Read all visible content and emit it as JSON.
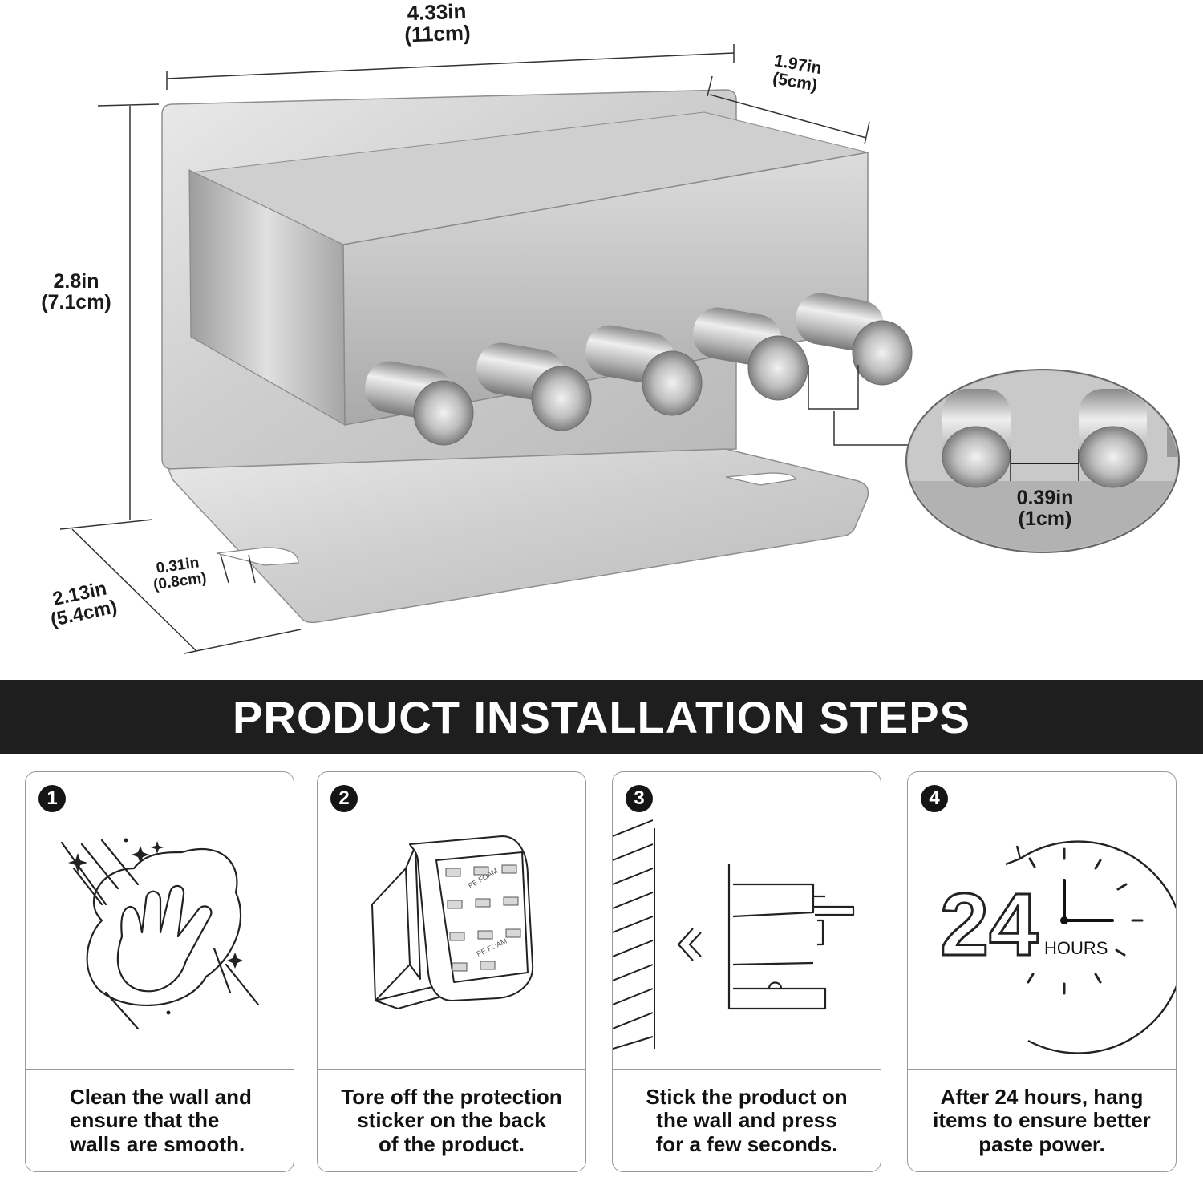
{
  "dimensions": {
    "width": {
      "in": "4.33in",
      "cm": "(11cm)"
    },
    "depth_top": {
      "in": "1.97in",
      "cm": "(5cm)"
    },
    "height": {
      "in": "2.8in",
      "cm": "(7.1cm)"
    },
    "slot": {
      "in": "0.31in",
      "cm": "(0.8cm)"
    },
    "depth_bottom": {
      "in": "2.13in",
      "cm": "(5.4cm)"
    },
    "hook_gap": {
      "in": "0.39in",
      "cm": "(1cm)"
    }
  },
  "banner": {
    "title": "PRODUCT INSTALLATION STEPS"
  },
  "steps": [
    {
      "number": "1",
      "caption": "Clean the wall and\nensure that the\nwalls are smooth.",
      "icon": "hand-wiping-icon"
    },
    {
      "number": "2",
      "caption": "Tore off the protection\nsticker on the back\nof the product.",
      "icon": "peel-sticker-icon"
    },
    {
      "number": "3",
      "caption": "Stick the product on\nthe wall and press\nfor a few seconds.",
      "icon": "stick-to-wall-icon"
    },
    {
      "number": "4",
      "caption": "After 24 hours, hang\nitems to ensure better\npaste power.",
      "icon": "clock-24-hours-icon"
    }
  ],
  "clock": {
    "big_label": "24",
    "unit_label": "HOURS"
  },
  "sticker_text": "PE FOAM",
  "colors": {
    "banner": "#1e1e1e",
    "metal": "#c8c8c8",
    "card_border": "#9a9a9a"
  }
}
